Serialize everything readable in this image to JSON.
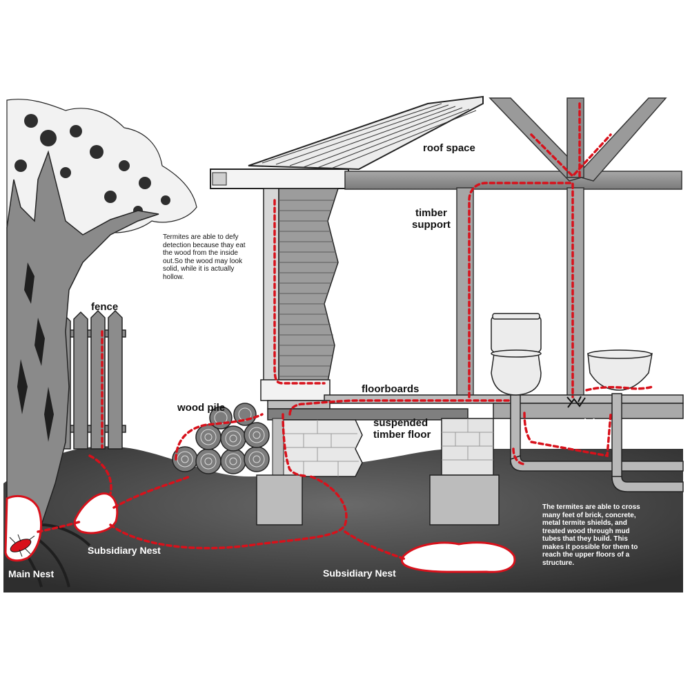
{
  "colors": {
    "trail": "#d8111b",
    "ground": "#3a3a3a",
    "timber": "#8f8f8f",
    "concrete": "#cfcfcf",
    "background": "#ffffff"
  },
  "labels": {
    "roof_space": "roof space",
    "timber_support": "timber\nsupport",
    "fence": "fence",
    "wood_pile": "wood pile",
    "floorboards": "floorboards",
    "suspended_timber_floor": "suspended\ntimber floor",
    "concrete_slab": "concrete slab",
    "main_nest": "Main Nest",
    "subsidiary_nest_1": "Subsidiary Nest",
    "subsidiary_nest_2": "Subsidiary Nest"
  },
  "notes": {
    "hollow_wood": "Termites are able to defy\ndetection because thay eat\nthe wood from the inside\nout.So the wood may look\nsolid, while it is actually\nhollow.",
    "mud_tubes": "The termites are able to cross\nmany feet of brick, concrete,\nmetal termite shields, and\ntreated wood through mud\ntubes that they build. This\nmakes it possible for them to\nreach the upper floors of a\nstructure."
  },
  "icons": [
    "tree-icon",
    "fence-icon",
    "wood-pile-icon",
    "house-icon",
    "toilet-icon",
    "sink-icon",
    "pipe-icon",
    "termite-icon",
    "nest-icon"
  ]
}
